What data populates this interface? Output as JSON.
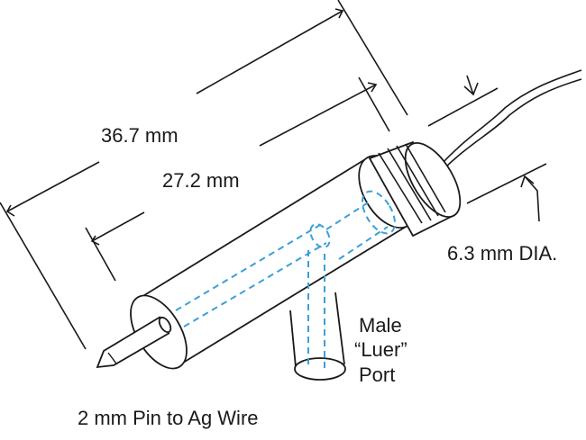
{
  "dimensions": {
    "overall_length": "36.7 mm",
    "body_length": "27.2 mm",
    "diameter": "6.3 mm DIA."
  },
  "labels": {
    "port_line1": "Male",
    "port_line2": "“Luer”",
    "port_line3": "Port",
    "pin_caption": "2 mm Pin to Ag Wire"
  },
  "colors": {
    "outline": "#1a1a1a",
    "hidden_lines": "#3aa0d8"
  }
}
